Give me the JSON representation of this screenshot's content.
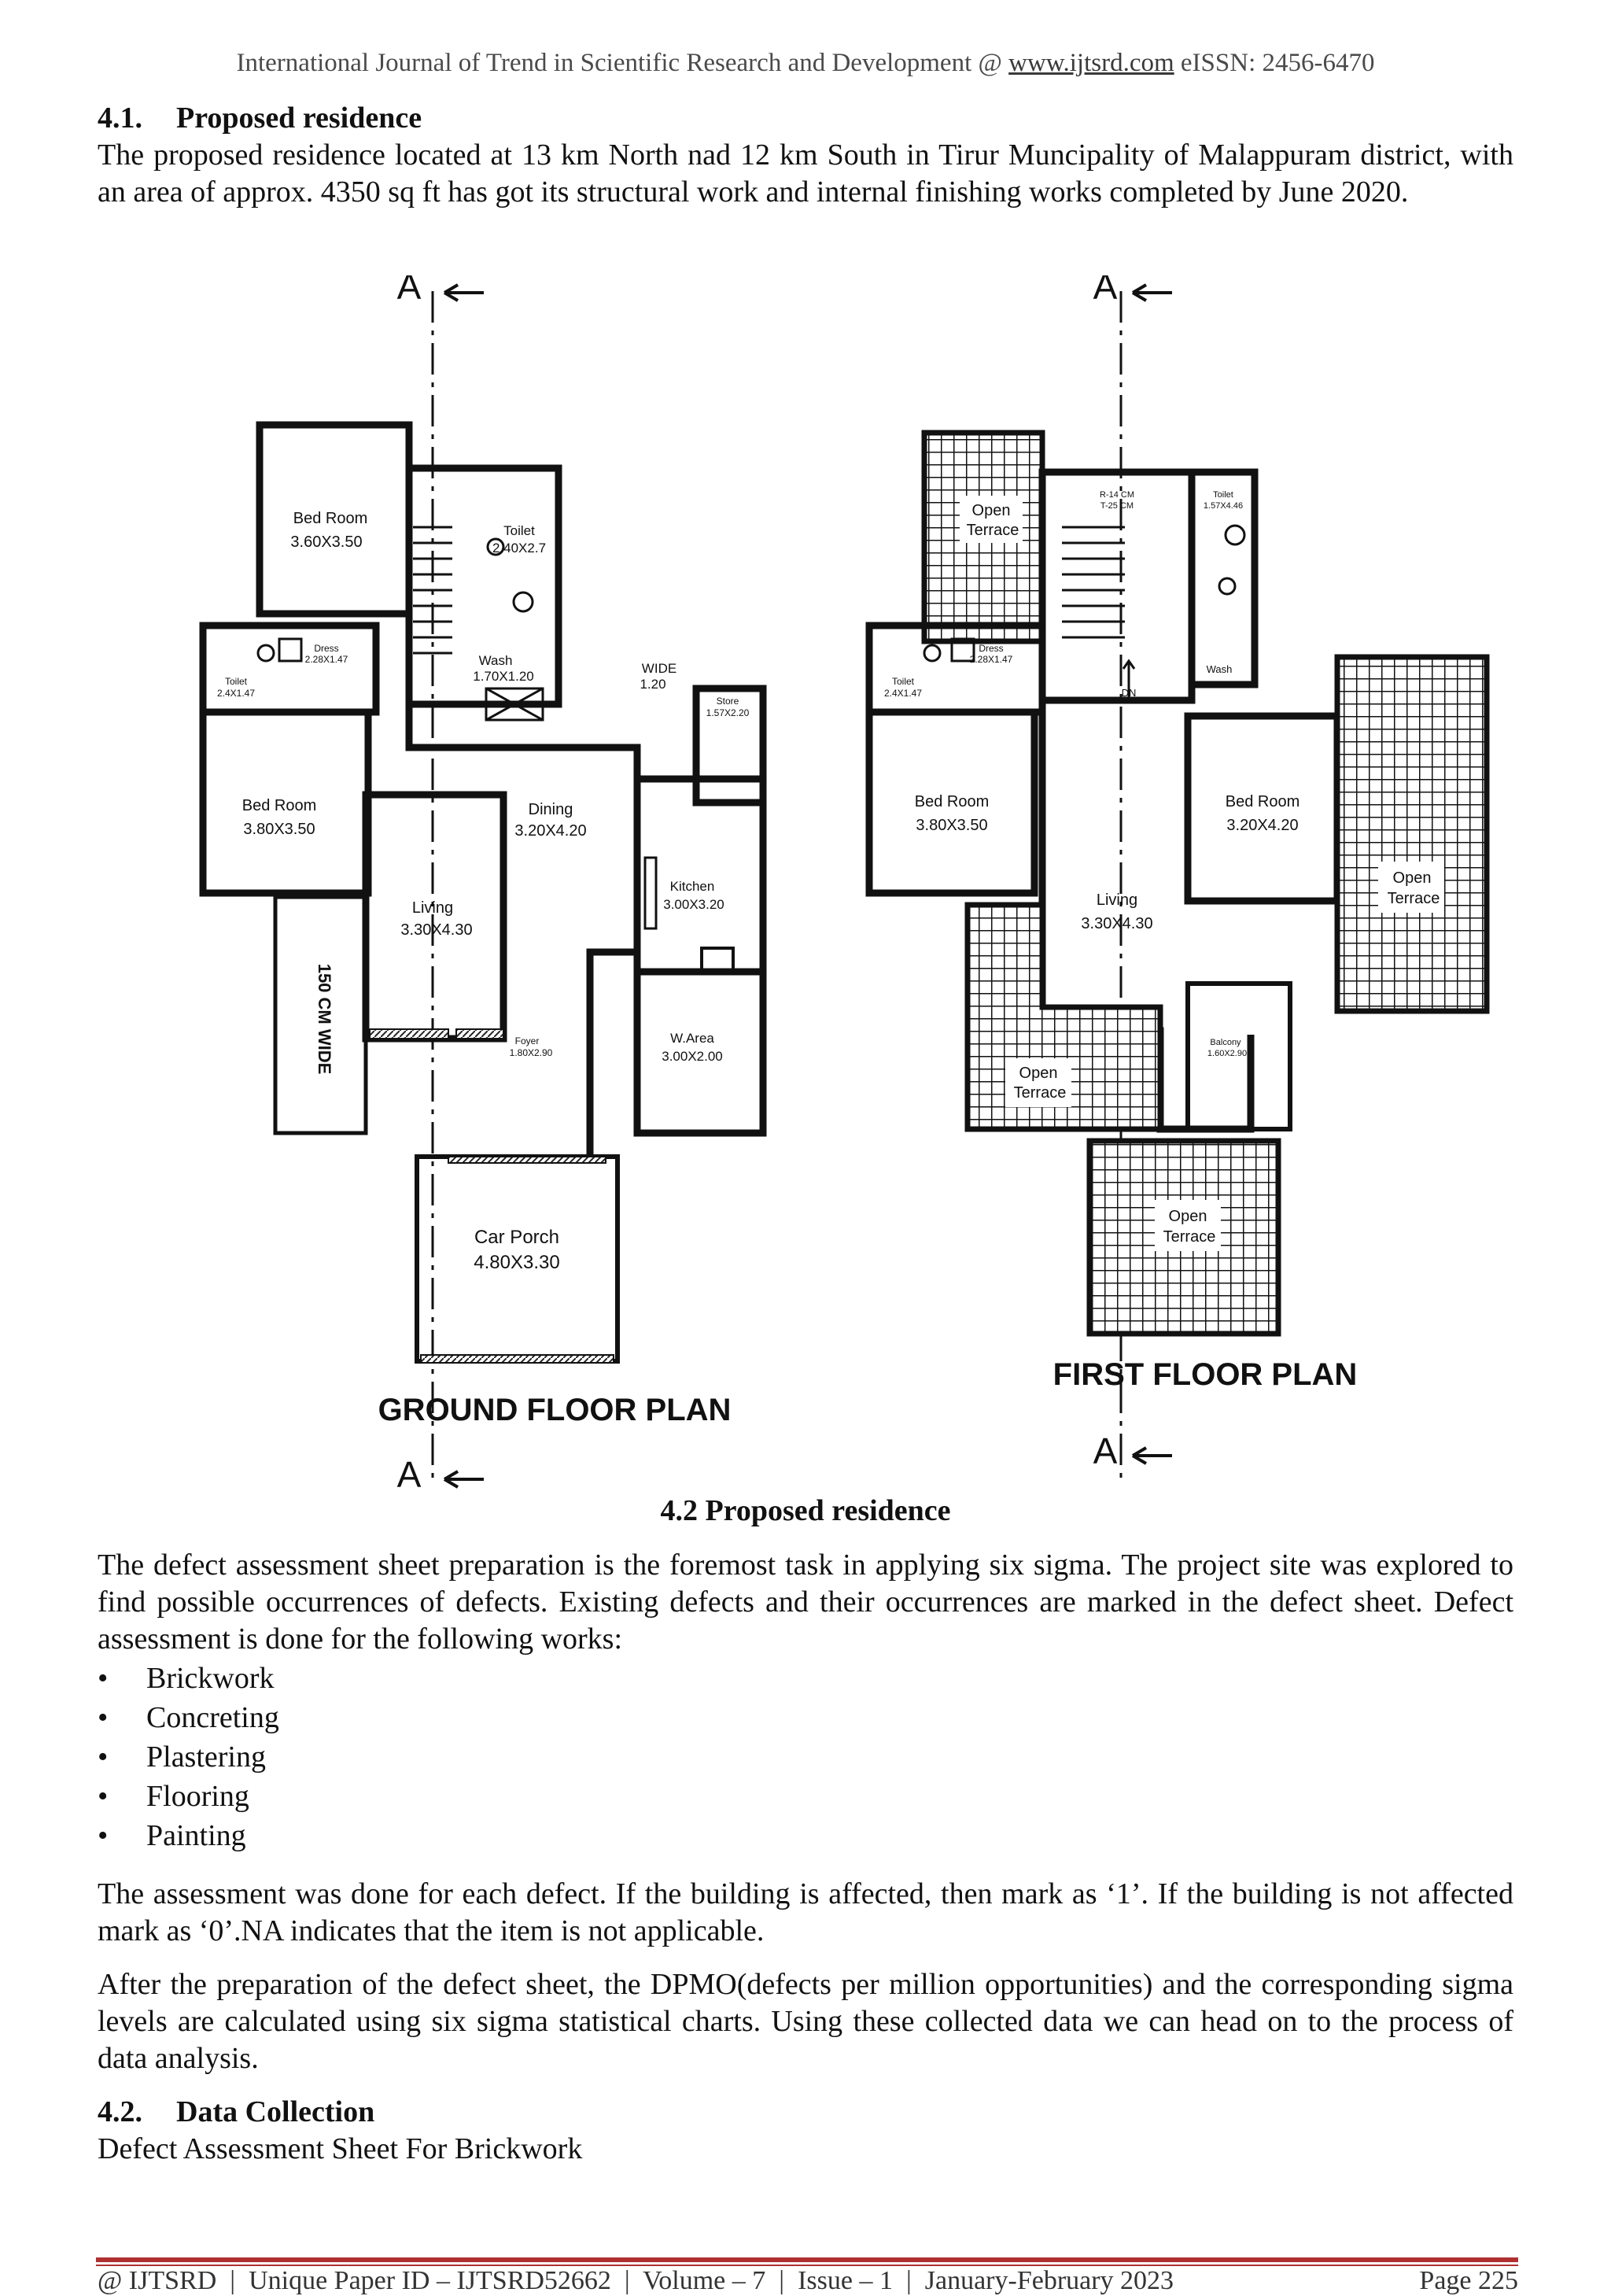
{
  "header": {
    "journal": "International Journal of Trend in Scientific Research and Development @ ",
    "url": "www.ijtsrd.com",
    "issn": " eISSN: 2456-6470"
  },
  "section_41": {
    "number": "4.1.",
    "title": "Proposed residence",
    "body": "The proposed residence located at 13 km North nad 12 km South in Tirur Muncipality of Malappuram district, with an area of approx. 4350 sq ft has got its structural work and internal finishing works completed by June 2020."
  },
  "figure": {
    "section_mark": "A",
    "ground": {
      "title": "GROUND FLOOR PLAN",
      "rooms": {
        "bed1": [
          "Bed Room",
          "3.60X3.50"
        ],
        "toilet1": [
          "Toilet",
          "2.40X2.7"
        ],
        "dress": [
          "Dress",
          "2.28X1.47"
        ],
        "toilet2": [
          "Toilet",
          "2.4X1.47"
        ],
        "wash": [
          "Wash",
          "1.70X1.20"
        ],
        "wide": [
          "WIDE",
          "1.20"
        ],
        "store": [
          "Store",
          "1.57X2.20"
        ],
        "bed2": [
          "Bed Room",
          "3.80X3.50"
        ],
        "dining": [
          "Dining",
          "3.20X4.20"
        ],
        "living": [
          "Living",
          "3.30X4.30"
        ],
        "kitchen": [
          "Kitchen",
          "3.00X3.20"
        ],
        "warea": [
          "W.Area",
          "3.00X2.00"
        ],
        "foyer": [
          "Foyer",
          "1.80X2.90"
        ],
        "porch": [
          "Car Porch",
          "4.80X3.30"
        ],
        "corridor": "150 CM WIDE"
      }
    },
    "first": {
      "title": "FIRST FLOOR PLAN",
      "rooms": {
        "terrace1": [
          "Open",
          "Terrace"
        ],
        "stair": [
          "R-14 CM",
          "T-25 CM"
        ],
        "toilet1": [
          "Toilet",
          "1.57X4.46"
        ],
        "dress": [
          "Dress",
          "2.28X1.47"
        ],
        "toilet2": [
          "Toilet",
          "2.4X1.47"
        ],
        "bed1": [
          "Bed Room",
          "3.80X3.50"
        ],
        "living": [
          "Living",
          "3.30X4.30"
        ],
        "bed2": [
          "Bed Room",
          "3.20X4.20"
        ],
        "terrace2": [
          "Open",
          "Terrace"
        ],
        "terrace3": [
          "Open",
          "Terrace"
        ],
        "balcony": [
          "Balcony",
          "1.60X2.90"
        ],
        "terrace4": [
          "Open",
          "Terrace"
        ],
        "wash": "Wash",
        "dn": "DN"
      }
    },
    "caption": "4.2 Proposed residence"
  },
  "para_defect": "The defect assessment sheet preparation is the foremost task in applying six sigma. The project site was explored to find possible occurrences of defects. Existing defects and their occurrences are marked in the defect sheet. Defect assessment is done for the following works:",
  "works": [
    "Brickwork",
    "Concreting",
    "Plastering",
    "Flooring",
    "Painting"
  ],
  "para_assessment": "The assessment was done for each defect. If the building is affected, then mark as ‘1’. If the building is not affected mark as ‘0’.NA indicates that the item is not applicable.",
  "para_dpmo": "After the preparation of the defect sheet, the DPMO(defects per million opportunities) and the corresponding sigma levels are calculated using six sigma statistical charts. Using these collected data we can head on to the process of data analysis.",
  "section_42": {
    "number": "4.2.",
    "title": "Data Collection",
    "subtitle": "Defect Assessment Sheet For Brickwork"
  },
  "footer": {
    "left": "@ IJTSRD  |  Unique Paper ID – IJTSRD52662  |  Volume – 7  |  Issue – 1  |  January-February 2023",
    "right": "Page 225"
  }
}
